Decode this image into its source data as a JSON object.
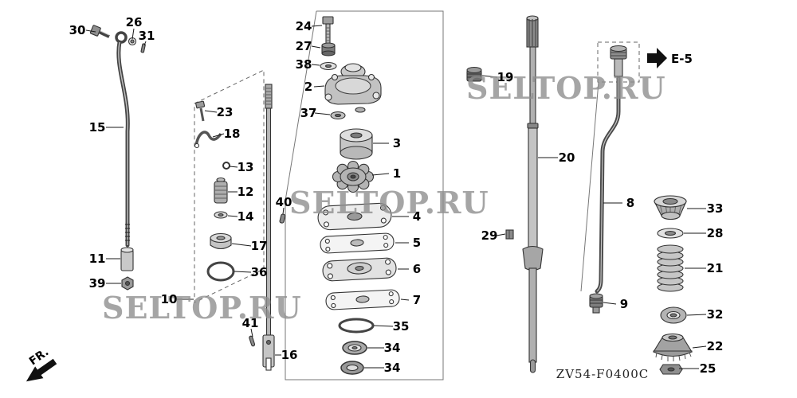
{
  "diagram": {
    "code": "ZV54-F0400C",
    "fr_label": "FR.",
    "e5_label": "E-5"
  },
  "watermark": {
    "text": "SELTOP.RU"
  },
  "parts": [
    {
      "num": "30",
      "label": [
        97,
        38
      ],
      "leader": [
        108,
        38,
        120,
        40
      ]
    },
    {
      "num": "26",
      "label": [
        168,
        28
      ],
      "leader": [
        168,
        36,
        166,
        49
      ]
    },
    {
      "num": "31",
      "label": [
        184,
        45
      ],
      "leader": [
        183,
        52,
        181,
        57
      ]
    },
    {
      "num": "15",
      "label": [
        122,
        160
      ],
      "leader": [
        133,
        160,
        155,
        160
      ]
    },
    {
      "num": "11",
      "label": [
        122,
        325
      ],
      "leader": [
        133,
        325,
        151,
        325
      ]
    },
    {
      "num": "39",
      "label": [
        122,
        356
      ],
      "leader": [
        133,
        356,
        152,
        356
      ]
    },
    {
      "num": "23",
      "label": [
        282,
        141
      ],
      "leader": [
        272,
        141,
        257,
        139
      ]
    },
    {
      "num": "18",
      "label": [
        291,
        168
      ],
      "leader": [
        281,
        168,
        267,
        172
      ]
    },
    {
      "num": "13",
      "label": [
        308,
        210
      ],
      "leader": [
        298,
        210,
        288,
        209
      ]
    },
    {
      "num": "12",
      "label": [
        308,
        241
      ],
      "leader": [
        298,
        241,
        286,
        241
      ]
    },
    {
      "num": "14",
      "label": [
        308,
        272
      ],
      "leader": [
        298,
        272,
        286,
        271
      ]
    },
    {
      "num": "17",
      "label": [
        325,
        309
      ],
      "leader": [
        315,
        309,
        291,
        306
      ]
    },
    {
      "num": "36",
      "label": [
        325,
        342
      ],
      "leader": [
        315,
        342,
        294,
        341
      ]
    },
    {
      "num": "10",
      "label": [
        212,
        376
      ],
      "leader": [
        222,
        376,
        243,
        376
      ]
    },
    {
      "num": "41",
      "label": [
        314,
        406
      ],
      "leader": [
        315,
        413,
        317,
        423
      ]
    },
    {
      "num": "16",
      "label": [
        363,
        446
      ],
      "leader": [
        353,
        446,
        345,
        446
      ]
    },
    {
      "num": "40",
      "label": [
        356,
        254
      ],
      "leader": [
        356,
        261,
        355,
        269
      ]
    },
    {
      "num": "24",
      "label": [
        381,
        33
      ],
      "leader": [
        391,
        33,
        404,
        32
      ]
    },
    {
      "num": "27",
      "label": [
        381,
        58
      ],
      "leader": [
        391,
        58,
        402,
        60
      ]
    },
    {
      "num": "38",
      "label": [
        381,
        81
      ],
      "leader": [
        391,
        81,
        401,
        82
      ]
    },
    {
      "num": "2",
      "label": [
        387,
        109
      ],
      "leader": [
        394,
        109,
        407,
        108
      ]
    },
    {
      "num": "37",
      "label": [
        387,
        142
      ],
      "leader": [
        395,
        142,
        414,
        144
      ]
    },
    {
      "num": "3",
      "label": [
        498,
        180
      ],
      "leader": [
        488,
        180,
        468,
        180
      ]
    },
    {
      "num": "1",
      "label": [
        498,
        218
      ],
      "leader": [
        488,
        218,
        467,
        220
      ]
    },
    {
      "num": "4",
      "label": [
        523,
        272
      ],
      "leader": [
        513,
        272,
        492,
        272
      ]
    },
    {
      "num": "5",
      "label": [
        523,
        305
      ],
      "leader": [
        513,
        305,
        496,
        305
      ]
    },
    {
      "num": "6",
      "label": [
        523,
        338
      ],
      "leader": [
        513,
        338,
        499,
        338
      ]
    },
    {
      "num": "7",
      "label": [
        523,
        377
      ],
      "leader": [
        513,
        377,
        503,
        376
      ]
    },
    {
      "num": "35",
      "label": [
        503,
        410
      ],
      "leader": [
        493,
        410,
        469,
        409
      ]
    },
    {
      "num": "34",
      "label": [
        492,
        437
      ],
      "leader": [
        482,
        437,
        461,
        437
      ]
    },
    {
      "num": "34",
      "label": [
        492,
        462
      ],
      "leader": [
        482,
        462,
        457,
        462
      ]
    },
    {
      "num": "19",
      "label": [
        634,
        97
      ],
      "leader": [
        624,
        97,
        605,
        95
      ]
    },
    {
      "num": "29",
      "label": [
        614,
        296
      ],
      "leader": [
        623,
        296,
        634,
        294
      ]
    },
    {
      "num": "20",
      "label": [
        711,
        198
      ],
      "leader": [
        700,
        198,
        675,
        198
      ]
    },
    {
      "num": "9",
      "label": [
        783,
        382
      ],
      "leader": [
        773,
        382,
        757,
        380
      ]
    },
    {
      "num": "8",
      "label": [
        791,
        255
      ],
      "leader": [
        781,
        255,
        757,
        255
      ]
    },
    {
      "num": "33",
      "label": [
        897,
        262
      ],
      "leader": [
        886,
        262,
        862,
        262
      ]
    },
    {
      "num": "28",
      "label": [
        897,
        293
      ],
      "leader": [
        886,
        293,
        858,
        293
      ]
    },
    {
      "num": "21",
      "label": [
        897,
        337
      ],
      "leader": [
        886,
        337,
        859,
        337
      ]
    },
    {
      "num": "32",
      "label": [
        897,
        395
      ],
      "leader": [
        886,
        395,
        862,
        396
      ]
    },
    {
      "num": "22",
      "label": [
        897,
        435
      ],
      "leader": [
        886,
        435,
        869,
        437
      ]
    },
    {
      "num": "25",
      "label": [
        888,
        463
      ],
      "leader": [
        877,
        463,
        852,
        463
      ]
    }
  ]
}
